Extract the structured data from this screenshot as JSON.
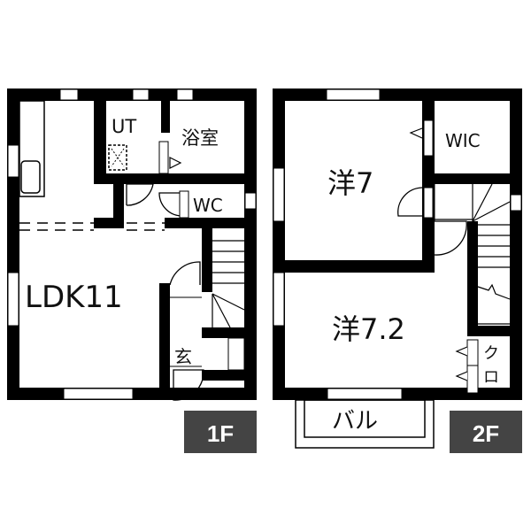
{
  "floor1": {
    "badge": "1F",
    "rooms": {
      "ldk": "LDK11",
      "ut": "UT",
      "bath": "浴室",
      "wc": "WC",
      "entrance": "玄"
    }
  },
  "floor2": {
    "badge": "2F",
    "rooms": {
      "western1": "洋7",
      "western2": "洋7.2",
      "wic": "WIC",
      "closet_top": "ク",
      "closet_bottom": "ロ",
      "balcony": "バル"
    }
  },
  "colors": {
    "wall": "#000000",
    "badge": "#444444"
  }
}
